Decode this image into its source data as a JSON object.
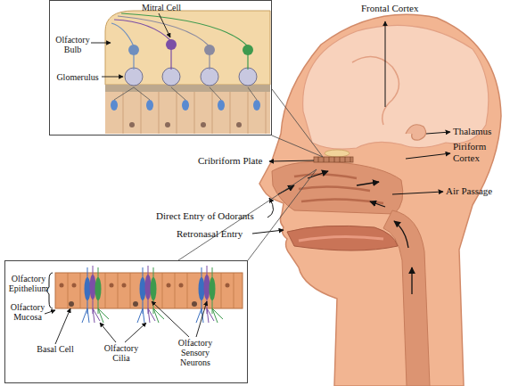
{
  "diagram": {
    "nodes": [
      {
        "text": [
          "Olfactory Bulb",
          "Mitral Cell",
          "Glomerulus"
        ]
      },
      {
        "text": [
          "Olfactory Epithelium",
          "Olfactory Mucosa",
          "Basal Cell",
          "Olfactory Cilia",
          "Olfactory Sensory Neurons"
        ]
      }
    ],
    "labels": [
      "Frontal Cortex",
      "Thalamus",
      "Cribriform Plate",
      "Piriform Cortex",
      "Air Passage",
      "Direct Entry of Odorants",
      "Retronasal Entry"
    ]
  }
}
